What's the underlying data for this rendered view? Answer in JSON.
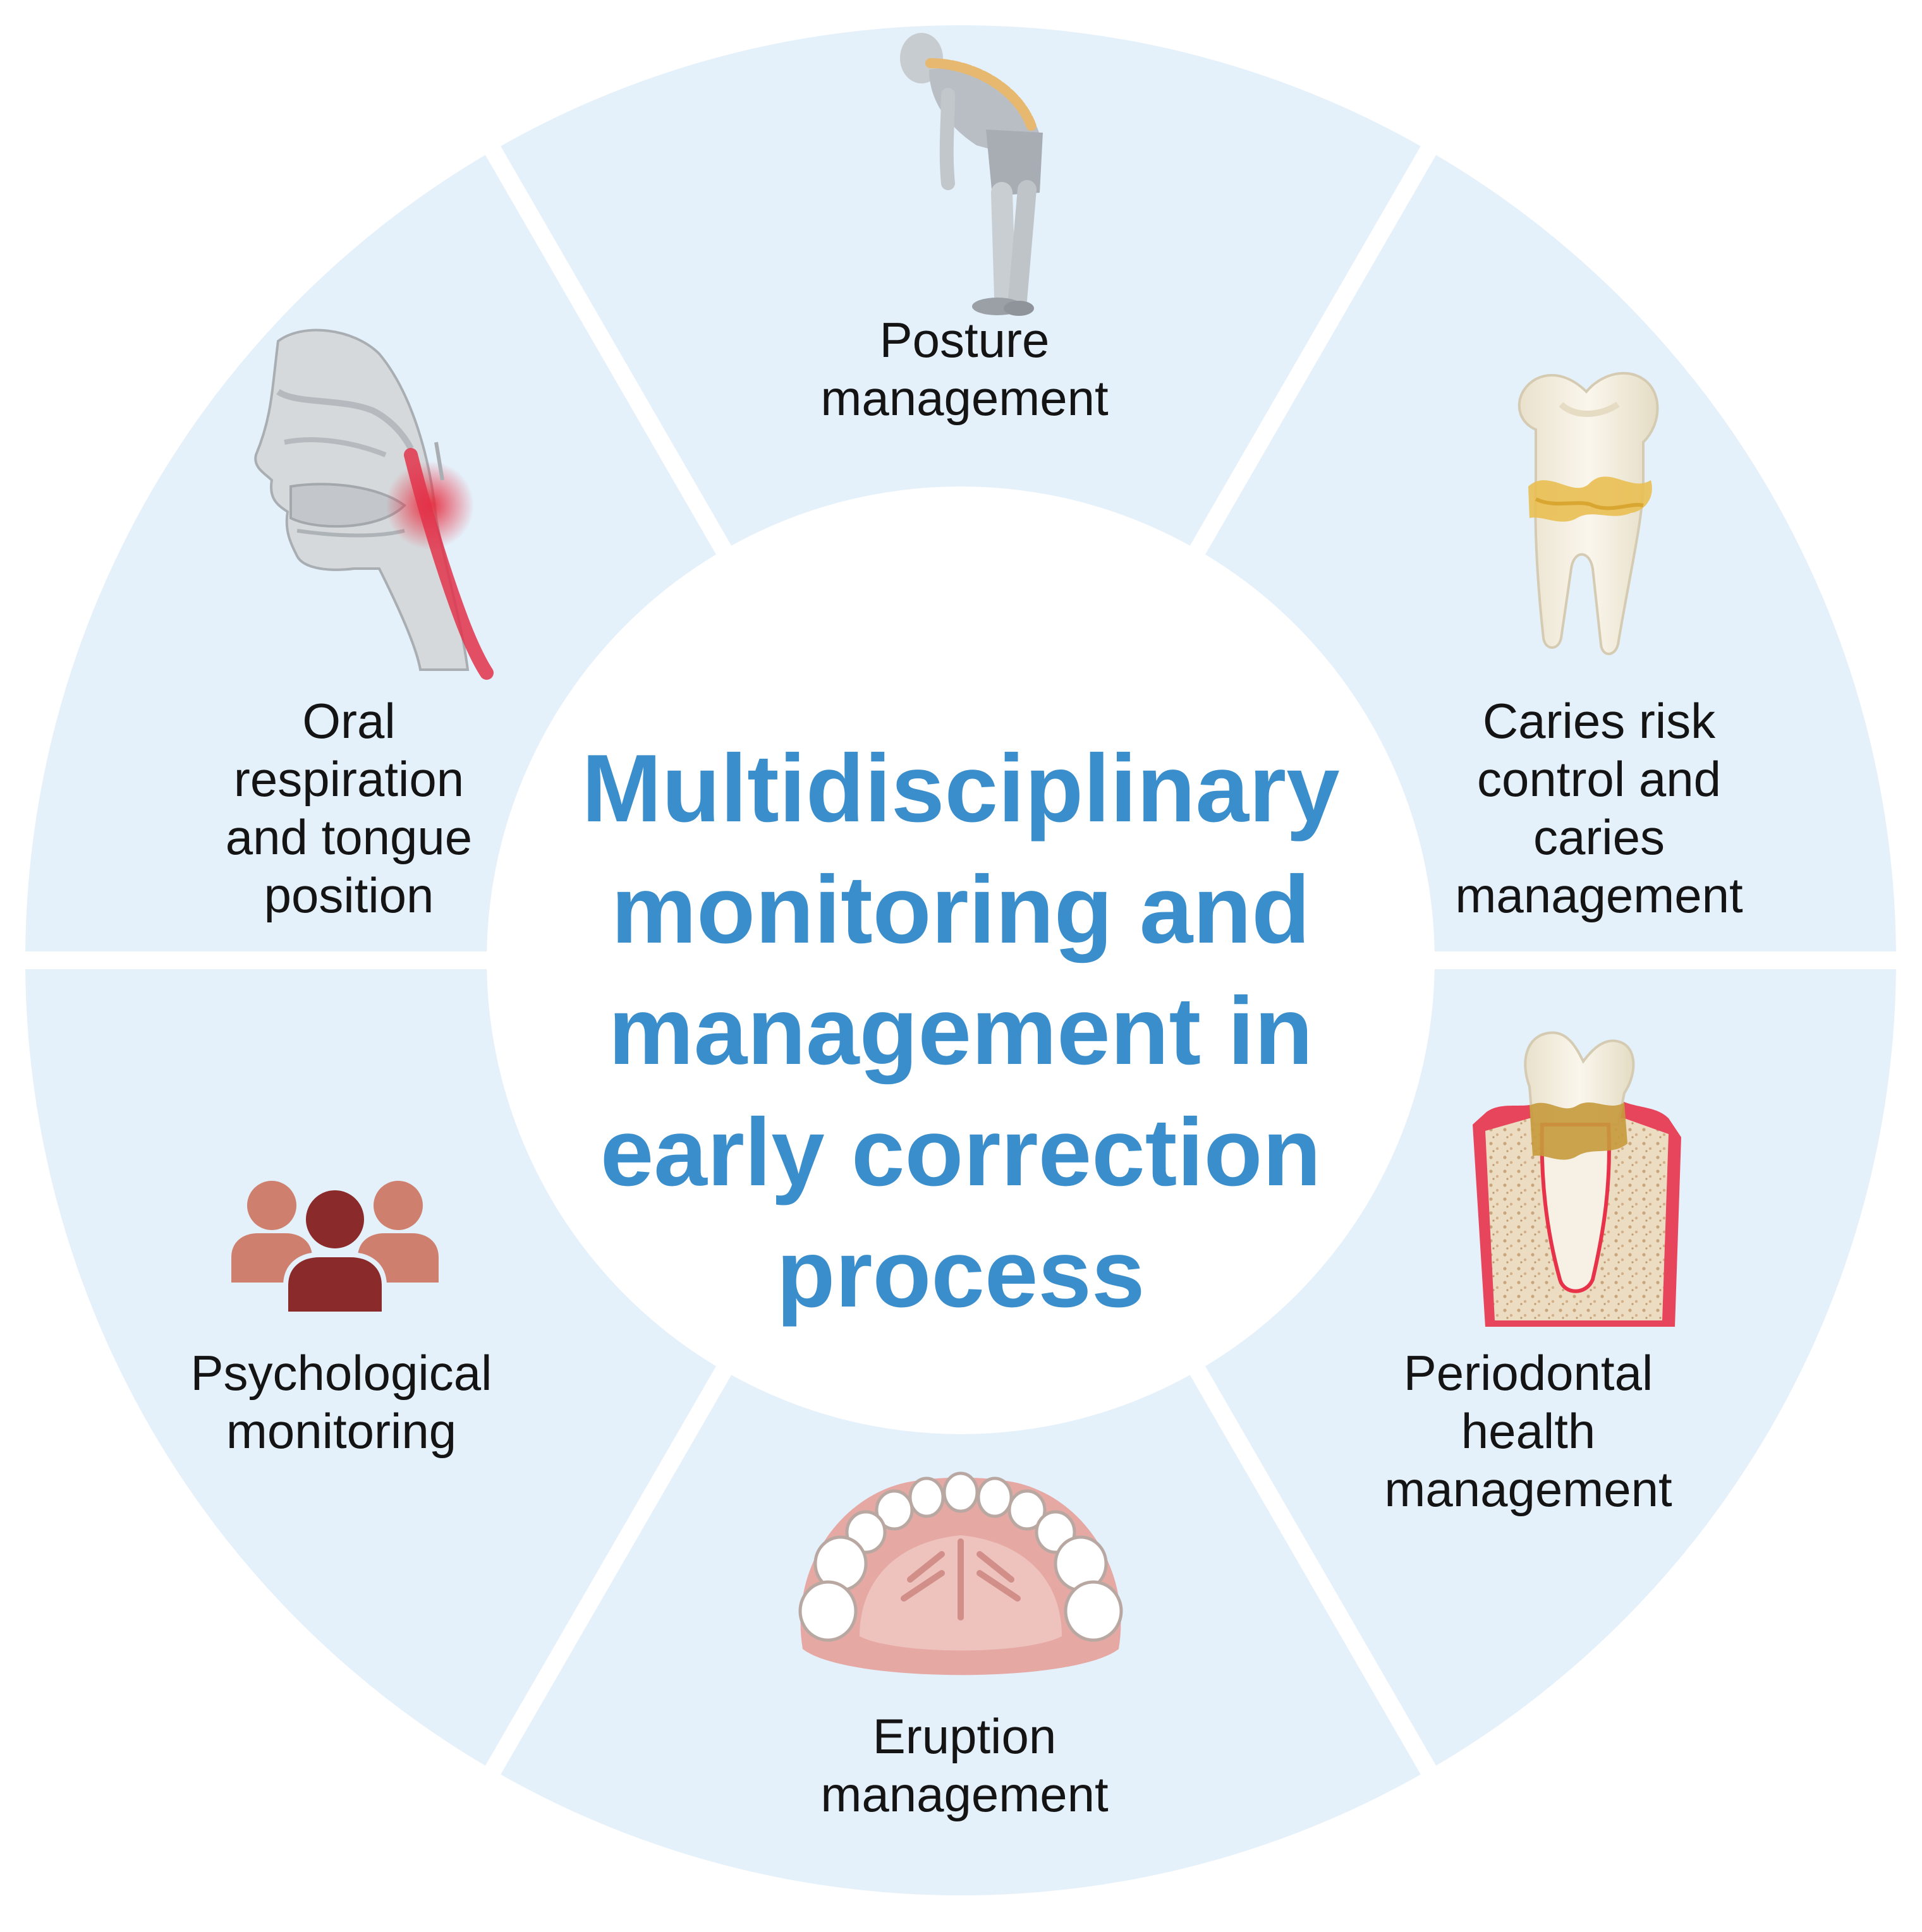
{
  "diagram": {
    "center_title": [
      "Multidisciplinary",
      "monitoring and",
      "management in",
      "early correction",
      "process"
    ],
    "segments": [
      {
        "id": "posture",
        "label": [
          "Posture",
          "management"
        ],
        "icon": "bending-person-spine-icon"
      },
      {
        "id": "caries",
        "label": [
          "Caries risk",
          "control and",
          "caries",
          "management"
        ],
        "icon": "decayed-tooth-icon"
      },
      {
        "id": "periodontal",
        "label": [
          "Periodontal",
          "health",
          "management"
        ],
        "icon": "tooth-in-gum-icon"
      },
      {
        "id": "eruption",
        "label": [
          "Eruption",
          "management"
        ],
        "icon": "upper-dental-arch-icon"
      },
      {
        "id": "psychological",
        "label": [
          "Psychological",
          "monitoring"
        ],
        "icon": "group-of-people-icon"
      },
      {
        "id": "oral-respiration",
        "label": [
          "Oral",
          "respiration",
          "and tongue",
          "position"
        ],
        "icon": "head-airway-cross-section-icon"
      }
    ],
    "colors": {
      "segment_fill": "#e4f0fa",
      "center_fill": "#ffffff",
      "title_blue": "#3a8ecb",
      "label_text": "#141414",
      "people_light": "#cf7f6e",
      "people_dark": "#8b2a2a",
      "gum_red": "#e0394a",
      "tooth_ivory": "#f4efe2",
      "decay_yellow": "#e9bf52"
    }
  }
}
